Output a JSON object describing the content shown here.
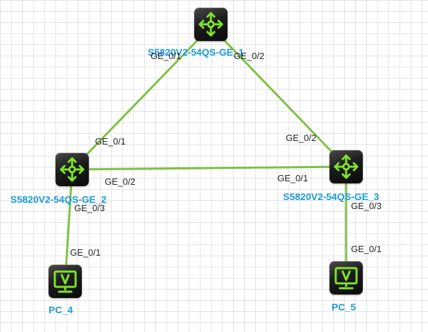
{
  "colors": {
    "link": "#7dc142",
    "device_label": "#1a9ad9",
    "icon": "#7ee32a"
  },
  "devices": [
    {
      "name": "S5820V2-54QS-GE_1",
      "type": "switch",
      "icon": "four-arrow-switch-icon"
    },
    {
      "name": "S5820V2-54QS-GE_2",
      "type": "switch",
      "icon": "four-arrow-switch-icon"
    },
    {
      "name": "S5820V2-54QS-GE_3",
      "type": "switch",
      "icon": "four-arrow-switch-icon"
    },
    {
      "name": "PC_4",
      "type": "pc",
      "icon": "monitor-icon"
    },
    {
      "name": "PC_5",
      "type": "pc",
      "icon": "monitor-icon"
    }
  ],
  "links": [
    {
      "from": "S5820V2-54QS-GE_1",
      "from_port": "GE_0/1",
      "to": "S5820V2-54QS-GE_2",
      "to_port": "GE_0/1"
    },
    {
      "from": "S5820V2-54QS-GE_1",
      "from_port": "GE_0/2",
      "to": "S5820V2-54QS-GE_3",
      "to_port": "GE_0/2"
    },
    {
      "from": "S5820V2-54QS-GE_2",
      "from_port": "GE_0/2",
      "to": "S5820V2-54QS-GE_3",
      "to_port": "GE_0/1"
    },
    {
      "from": "S5820V2-54QS-GE_2",
      "from_port": "GE_0/3",
      "to": "PC_4",
      "to_port": "GE_0/1"
    },
    {
      "from": "S5820V2-54QS-GE_3",
      "from_port": "GE_0/3",
      "to": "PC_5",
      "to_port": "GE_0/1"
    }
  ]
}
